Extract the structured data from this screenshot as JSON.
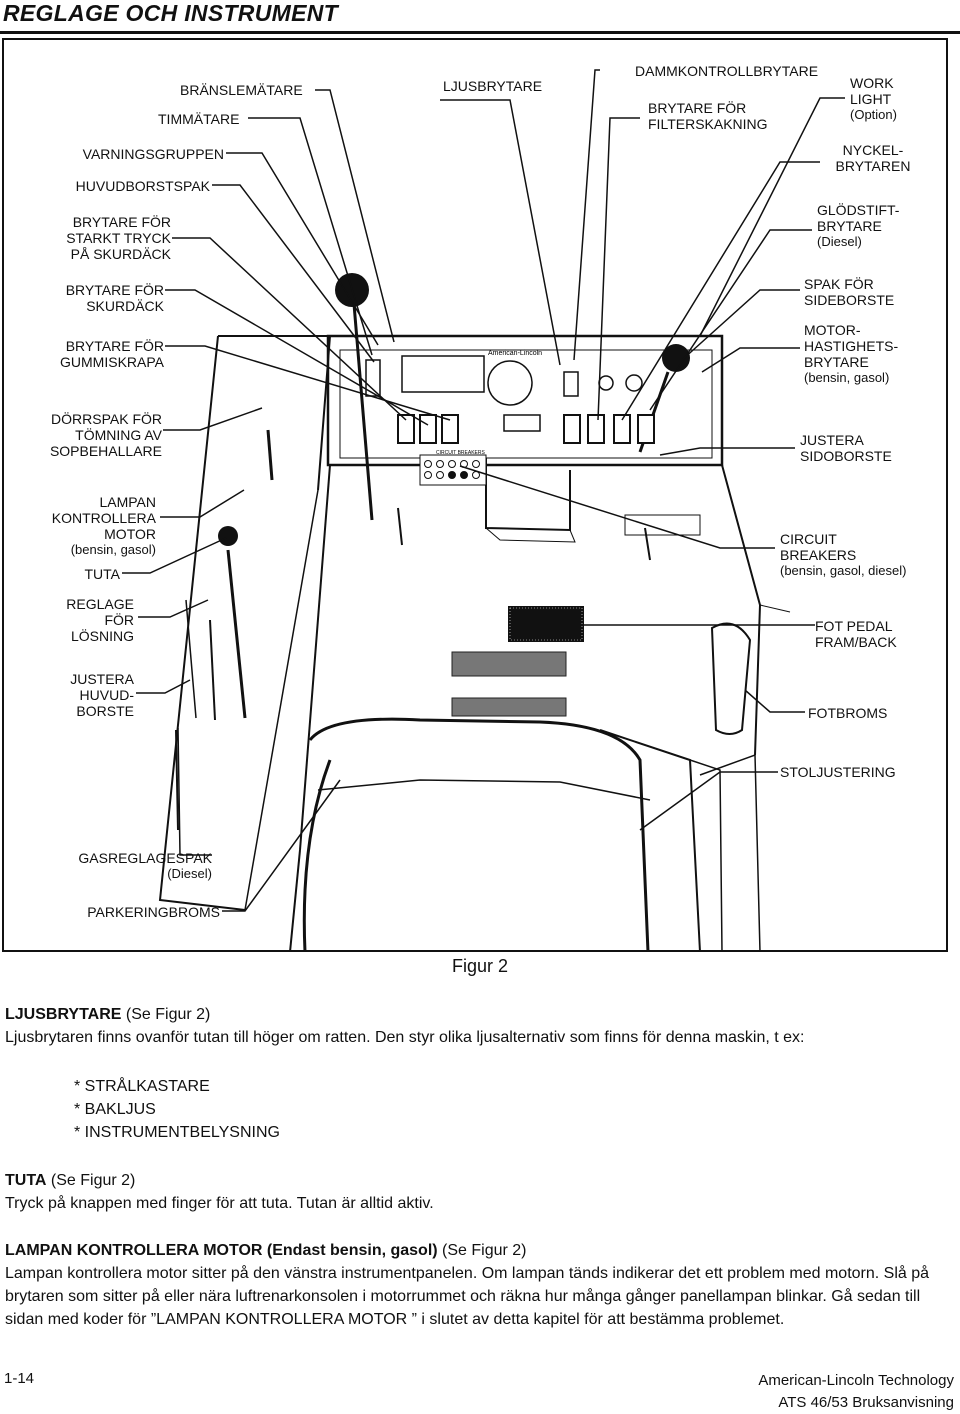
{
  "header": {
    "title": "REGLAGE OCH INSTRUMENT"
  },
  "figure": {
    "labels": {
      "bransle": "BRÄNSLEMÄTARE",
      "timmatare": "TIMMÄTARE",
      "ljusbrytare": "LJUSBRYTARE",
      "damm": "DAMMKONTROLLBRYTARE",
      "filter_1": "BRYTARE FÖR",
      "filter_2": "FILTERSKAKNING",
      "work_1": "WORK",
      "work_2": "LIGHT",
      "work_3": "(Option)",
      "varning": "VARNINGSGRUPPEN",
      "huvudborst": "HUVUDBORSTSPAK",
      "tryck_1": "BRYTARE FÖR",
      "tryck_2": "STARKT TRYCK",
      "tryck_3": "PÅ SKURDÄCK",
      "skur_1": "BRYTARE FÖR",
      "skur_2": "SKURDÄCK",
      "gummi_1": "BRYTARE FÖR",
      "gummi_2": "GUMMISKRAPA",
      "dorr_1": "DÖRRSPAK FÖR",
      "dorr_2": "TÖMNING AV",
      "dorr_3": "SOPBEHALLARE",
      "lampa_1": "LAMPAN",
      "lampa_2": "KONTROLLERA",
      "lampa_3": "MOTOR",
      "lampa_4": "(bensin, gasol)",
      "tuta": "TUTA",
      "reglage_1": "REGLAGE",
      "reglage_2": "FÖR",
      "reglage_3": "LÖSNING",
      "justhuv_1": "JUSTERA",
      "justhuv_2": "HUVUD-",
      "justhuv_3": "BORSTE",
      "gas_1": "GASREGLAGESPAK",
      "gas_2": "(Diesel)",
      "parkering": "PARKERINGBROMS",
      "nyckel_1": "NYCKEL-",
      "nyckel_2": "BRYTAREN",
      "glod_1": "GLÖDSTIFT-",
      "glod_2": "BRYTARE",
      "glod_3": "(Diesel)",
      "spak_1": "SPAK FÖR",
      "spak_2": "SIDEBORSTE",
      "motor_1": "MOTOR-",
      "motor_2": "HASTIGHETS-",
      "motor_3": "BRYTARE",
      "motor_4": "(bensin, gasol)",
      "justside_1": "JUSTERA",
      "justside_2": "SIDOBORSTE",
      "circuit_1": "CIRCUIT",
      "circuit_2": "BREAKERS",
      "circuit_3": "(bensin, gasol, diesel)",
      "fot_1": "FOT PEDAL",
      "fot_2": "FRAM/BACK",
      "fotbroms": "FOTBROMS",
      "stol": "STOLJUSTERING",
      "brand_mark": "American-Lincoln",
      "breaker_mark": "CIRCUIT BREAKERS"
    },
    "caption": "Figur 2"
  },
  "sections": [
    {
      "heading": "LJUSBRYTARE",
      "ref": " (Se Figur 2)",
      "body": "Ljusbrytaren finns ovanför tutan till höger om ratten. Den styr olika ljusalternativ som finns för denna maskin, t ex:",
      "bullets": [
        "* STRÅLKASTARE",
        "* BAKLJUS",
        "* INSTRUMENTBELYSNING"
      ]
    },
    {
      "heading": "TUTA",
      "ref": " (Se Figur 2)",
      "body": "Tryck på knappen med finger för att tuta. Tutan är alltid aktiv."
    },
    {
      "heading": "LAMPAN KONTROLLERA MOTOR (Endast bensin, gasol)",
      "ref": " (Se Figur 2)",
      "body": "Lampan kontrollera motor sitter på den vänstra instrumentpanelen. Om lampan tänds indikerar det ett problem med motorn. Slå på brytaren som sitter på eller nära luftrenarkonsolen i motorrummet och räkna hur många gånger panellampan blinkar. Gå sedan till sidan med koder för ”LAMPAN KONTROLLERA MOTOR ” i slutet av detta kapitel för att bestämma problemet."
    }
  ],
  "footer": {
    "page_number": "1-14",
    "company": "American-Lincoln Technology",
    "manual": "ATS 46/53 Bruksanvisning"
  }
}
